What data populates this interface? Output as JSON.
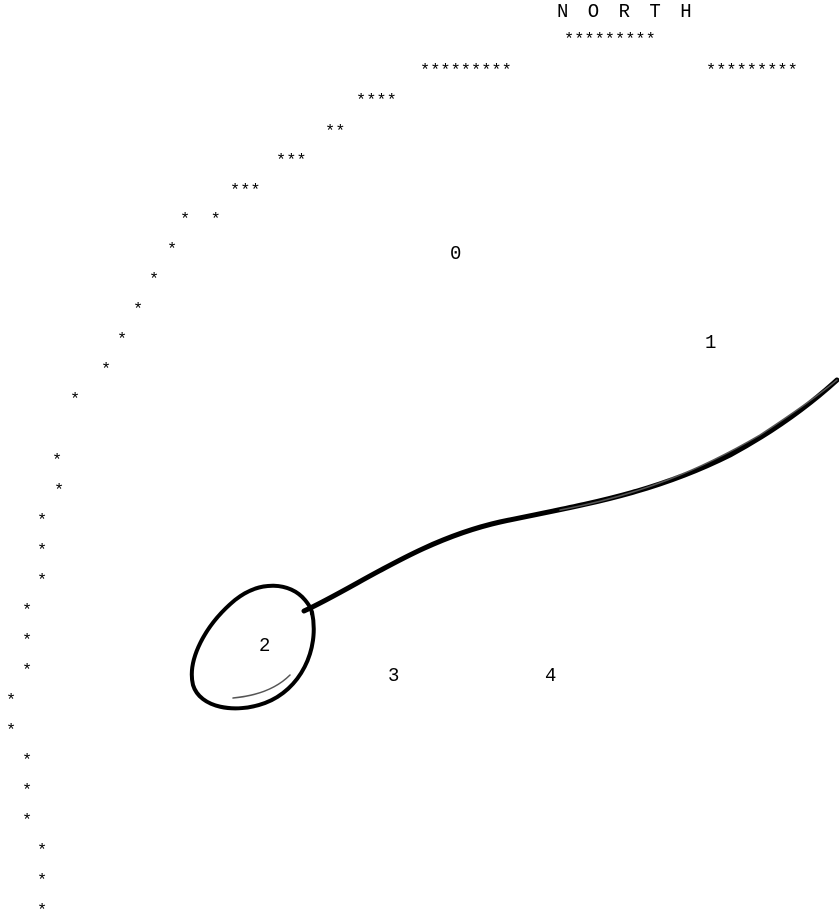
{
  "title": "N O R T H",
  "boundary_star_glyph": "*",
  "star_runs": {
    "under_title": "*********",
    "top_left": "*********",
    "top_right": "*********",
    "run_4": "****",
    "run_2": "**",
    "run_3a": "***",
    "run_3b": "***",
    "pair": "*  *"
  },
  "region_labels": [
    "0",
    "1",
    "2",
    "3",
    "4"
  ],
  "drawing": {
    "stroke_color": "#000000",
    "background_color": "#ffffff",
    "annotation": "hand-drawn loop around region 2 with a tail curving up-right"
  }
}
